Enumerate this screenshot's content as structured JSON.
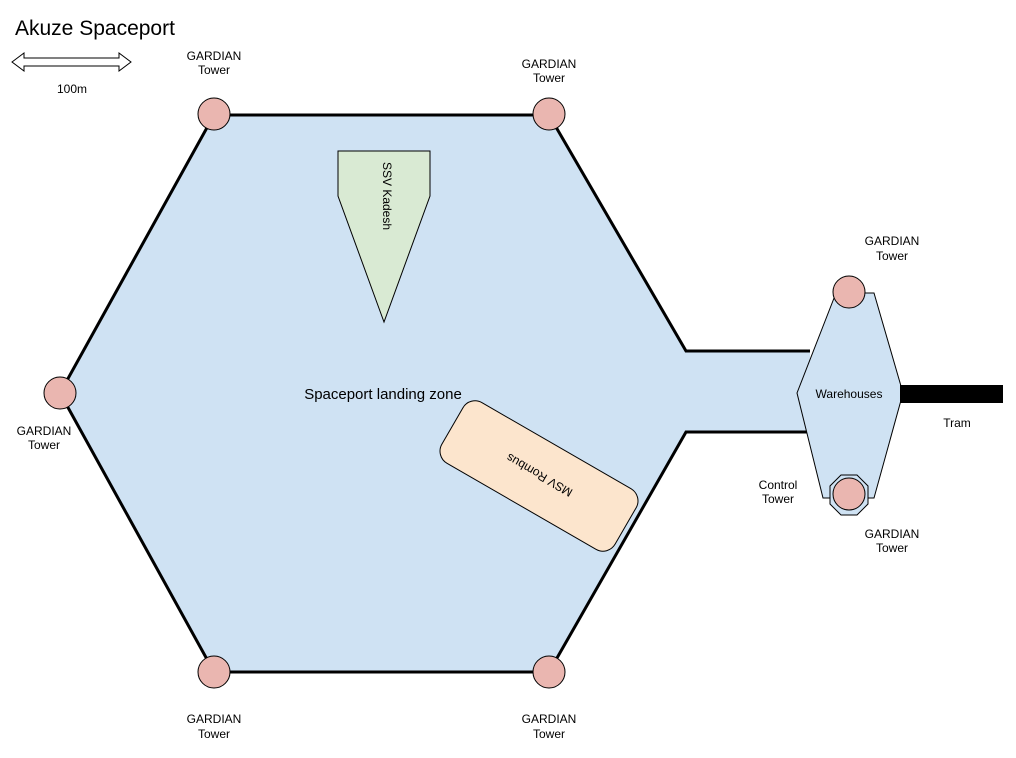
{
  "map": {
    "title": "Akuze Spaceport",
    "scale_label": "100m",
    "landing_zone_label": "Spaceport landing zone",
    "ships": {
      "kadesh": "SSV Kadesh",
      "rombus": "MSV Rombus"
    },
    "warehouses_label": "Warehouses",
    "tram_label": "Tram",
    "control_tower": {
      "line1": "Control",
      "line2": "Tower"
    },
    "gardian_tower": {
      "line1": "GARDIAN",
      "line2": "Tower"
    },
    "colors": {
      "landing_zone_fill": "#cfe2f3",
      "tower_fill": "#eab6b0",
      "kadesh_fill": "#d9ead3",
      "rombus_fill": "#fce5cd",
      "outline": "#000000"
    }
  }
}
